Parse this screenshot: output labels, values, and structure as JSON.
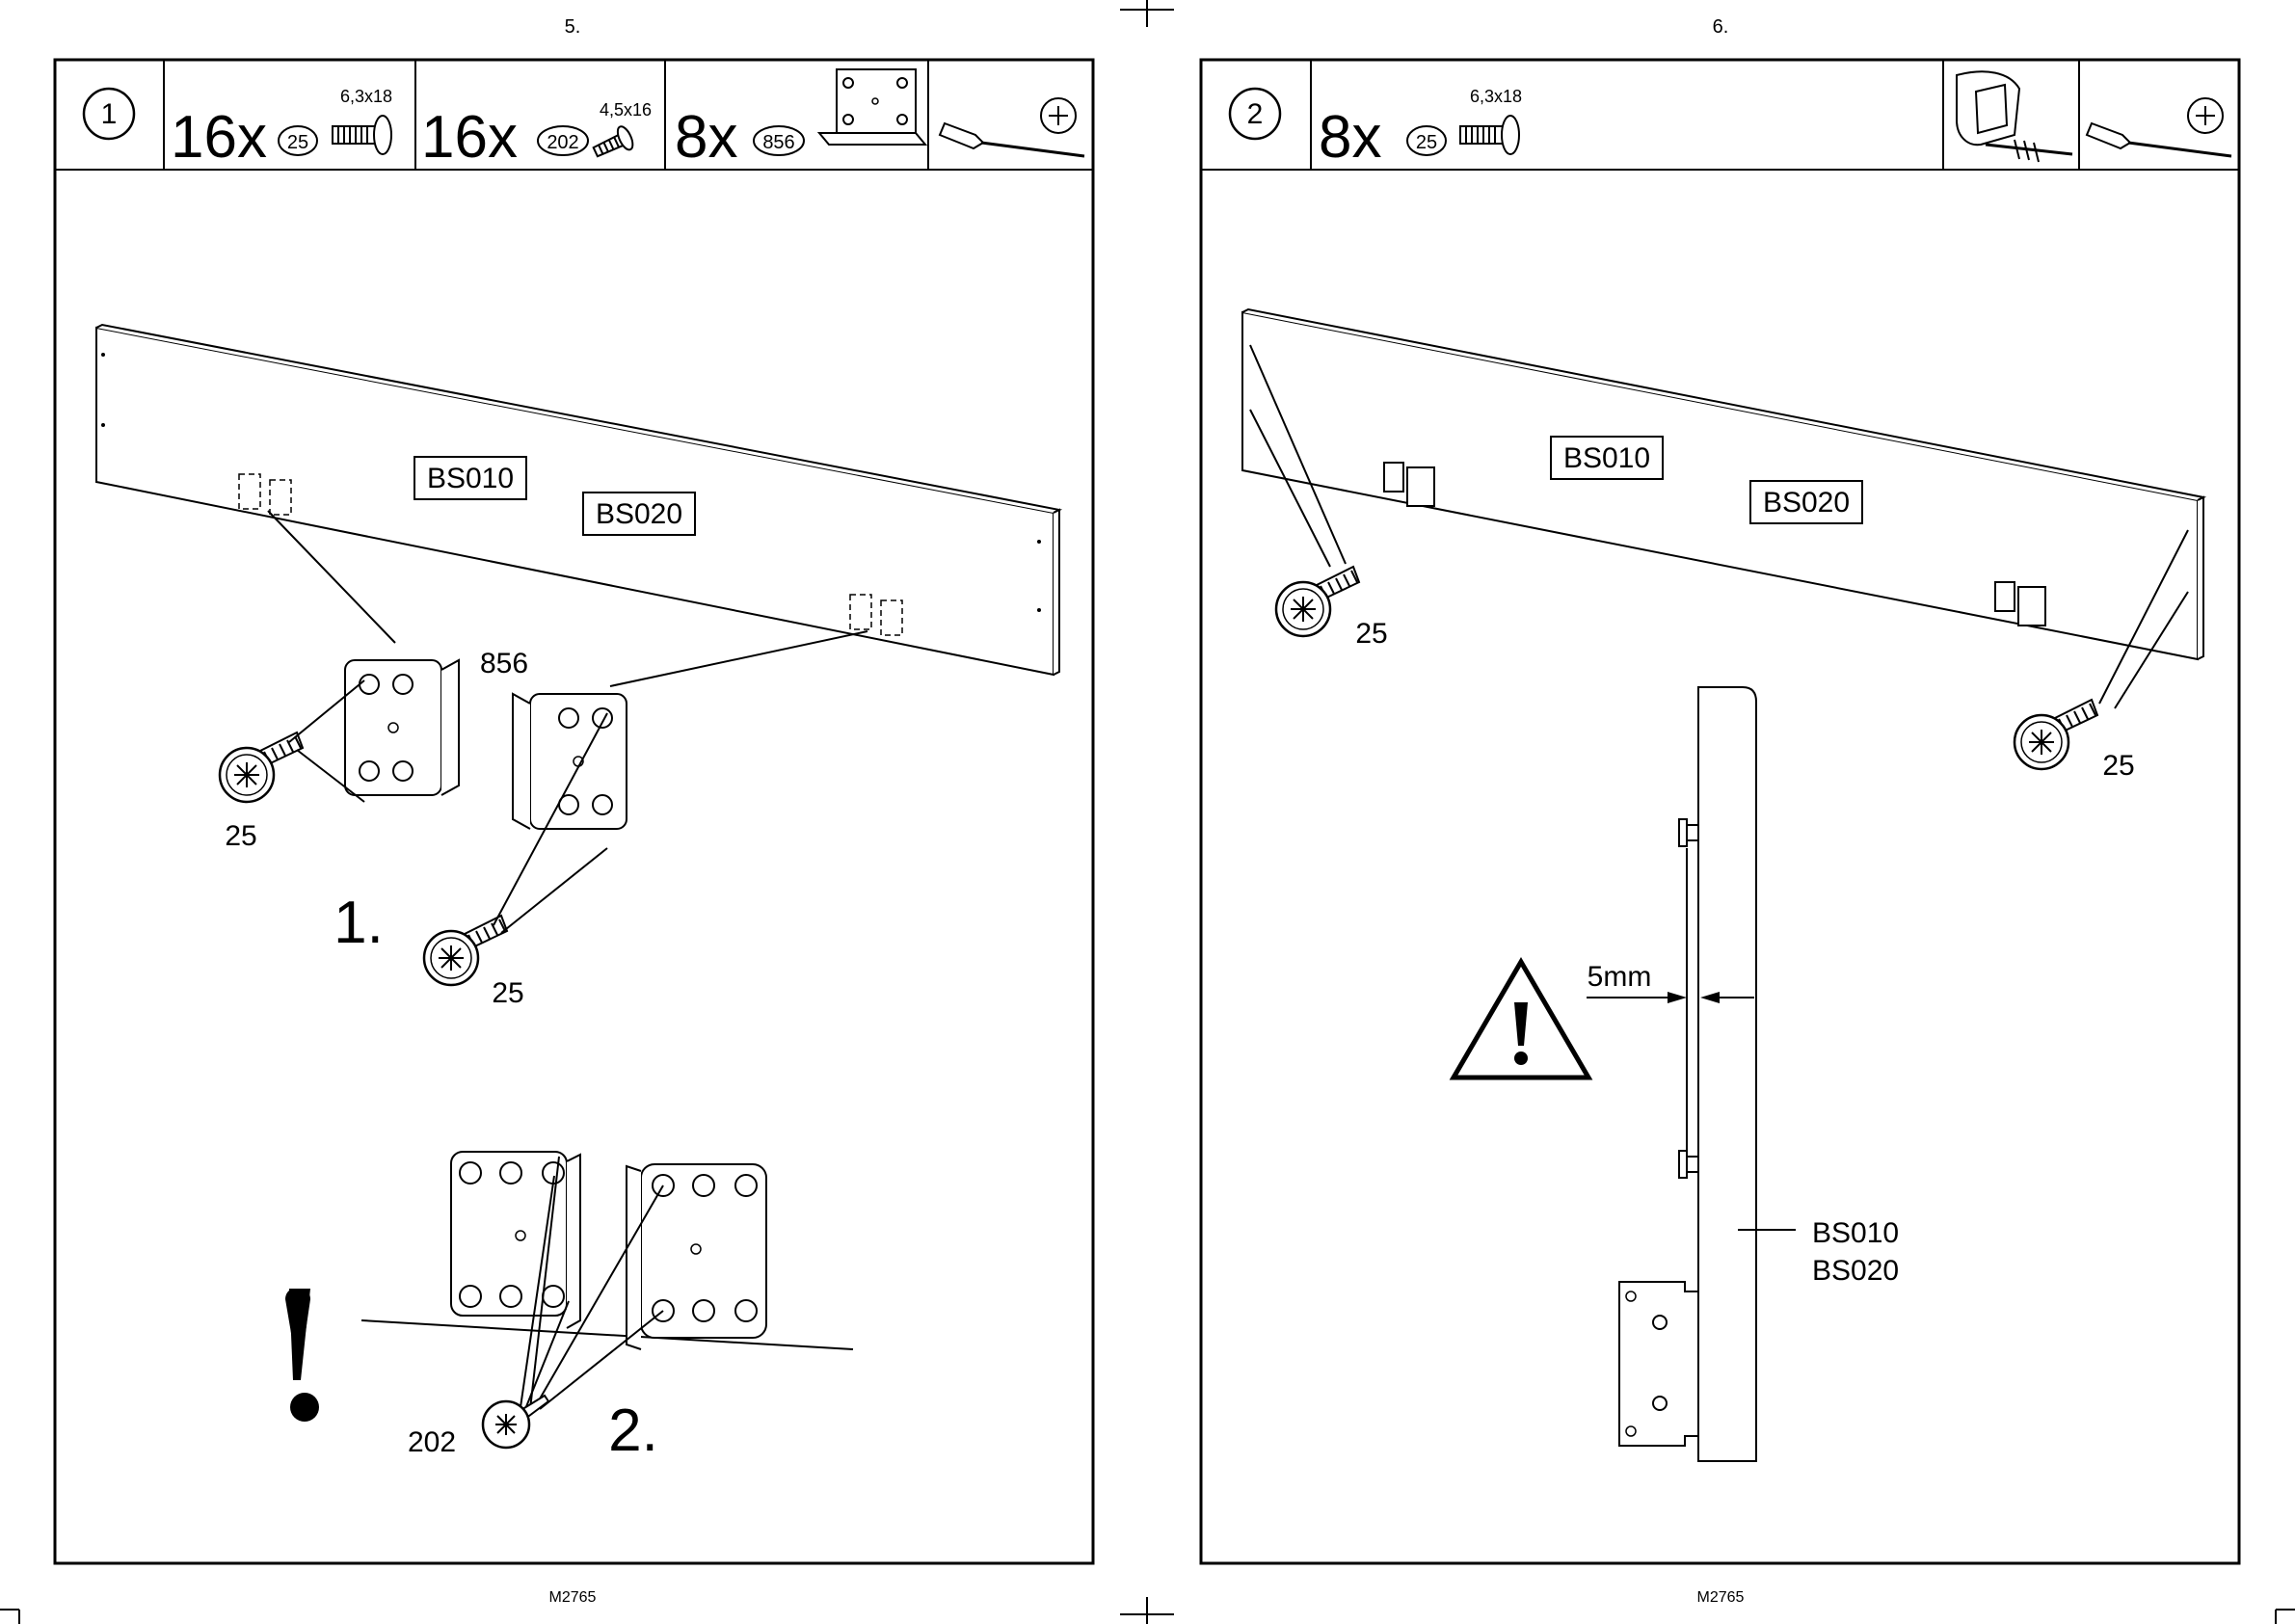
{
  "left_page": {
    "page_number": "5.",
    "footer_code": "M2765",
    "step_number": "1",
    "header_parts": [
      {
        "qty": "16x",
        "part": "25",
        "spec": "6,3x18"
      },
      {
        "qty": "16x",
        "part": "202",
        "spec": "4,5x16"
      },
      {
        "qty": "8x",
        "part": "856",
        "spec": ""
      }
    ],
    "tool_icon": "screwdriver-phillips-icon",
    "board_labels": [
      "BS010",
      "BS020"
    ],
    "bracket_label": "856",
    "screw_labels": [
      "25",
      "25",
      "202"
    ],
    "substep_labels": [
      "1.",
      "2."
    ],
    "warning_icon": "exclamation-icon"
  },
  "right_page": {
    "page_number": "6.",
    "footer_code": "M2765",
    "step_number": "2",
    "header_parts": [
      {
        "qty": "8x",
        "part": "25",
        "spec": "6,3x18"
      }
    ],
    "tool_icons": [
      "wall-plug-screw-icon",
      "screwdriver-phillips-icon"
    ],
    "board_labels": [
      "BS010",
      "BS020"
    ],
    "screw_labels": [
      "25",
      "25"
    ],
    "gap_label": "5mm",
    "side_labels": [
      "BS010",
      "BS020"
    ],
    "warning_icon": "warning-triangle-icon"
  }
}
